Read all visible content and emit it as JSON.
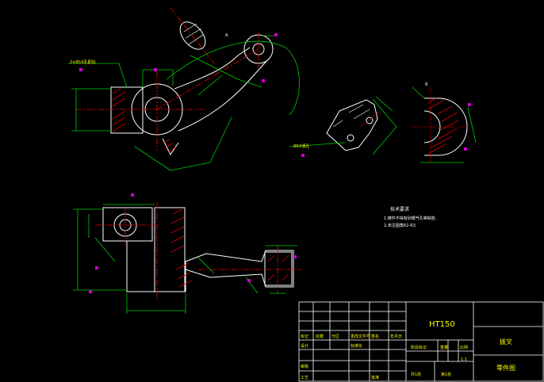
{
  "notes": {
    "heading": "技术要求",
    "items": [
      "1.铸件不得有砂眼气孔等缺陷.",
      "2.未注圆角R2-R3."
    ]
  },
  "labels": {
    "callout1": "2×Ø10孔配钻",
    "callout2": "Ø10通孔",
    "section_a": "A",
    "section_b": "B"
  },
  "title_block": {
    "material": "HT150",
    "part_name": "拨叉",
    "drawing_type": "零件图",
    "row_marks": [
      "标记",
      "处数",
      "分区",
      "更改文件号",
      "签名",
      "年月日"
    ],
    "row_design": [
      "设计",
      "",
      "标准化",
      "",
      "",
      ""
    ],
    "check": "审核",
    "process": "工艺",
    "approve": "批准",
    "stage": "阶段标记",
    "weight": "重量",
    "scale": "比例",
    "scale_value": "1:1",
    "sheet": "共1张",
    "sheet_no": "第1张"
  }
}
